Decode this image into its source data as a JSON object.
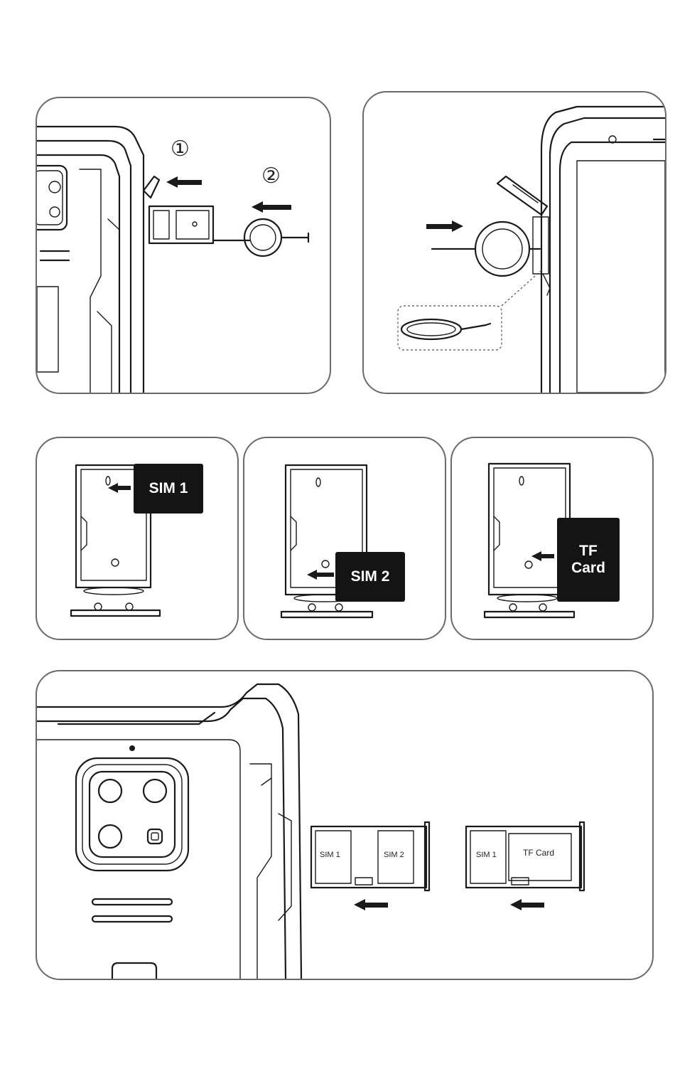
{
  "panel1": {
    "step_one": "①",
    "step_two": "②"
  },
  "panel3": {
    "card": "SIM 1"
  },
  "panel4": {
    "card": "SIM 2"
  },
  "panel5": {
    "card_line1": "TF",
    "card_line2": "Card"
  },
  "panel6": {
    "tray_a": {
      "slot1": "SIM 1",
      "slot2": "SIM 2"
    },
    "tray_b": {
      "slot1": "SIM 1",
      "slot2": "TF Card"
    }
  },
  "colors": {
    "ink": "#1a1a1a",
    "card_fill": "#141414",
    "frame": "#6a6a6a"
  },
  "icons": [
    "push-arrow-icon",
    "eject-pin-icon",
    "sim-tray-icon",
    "camera-lens-icon"
  ]
}
